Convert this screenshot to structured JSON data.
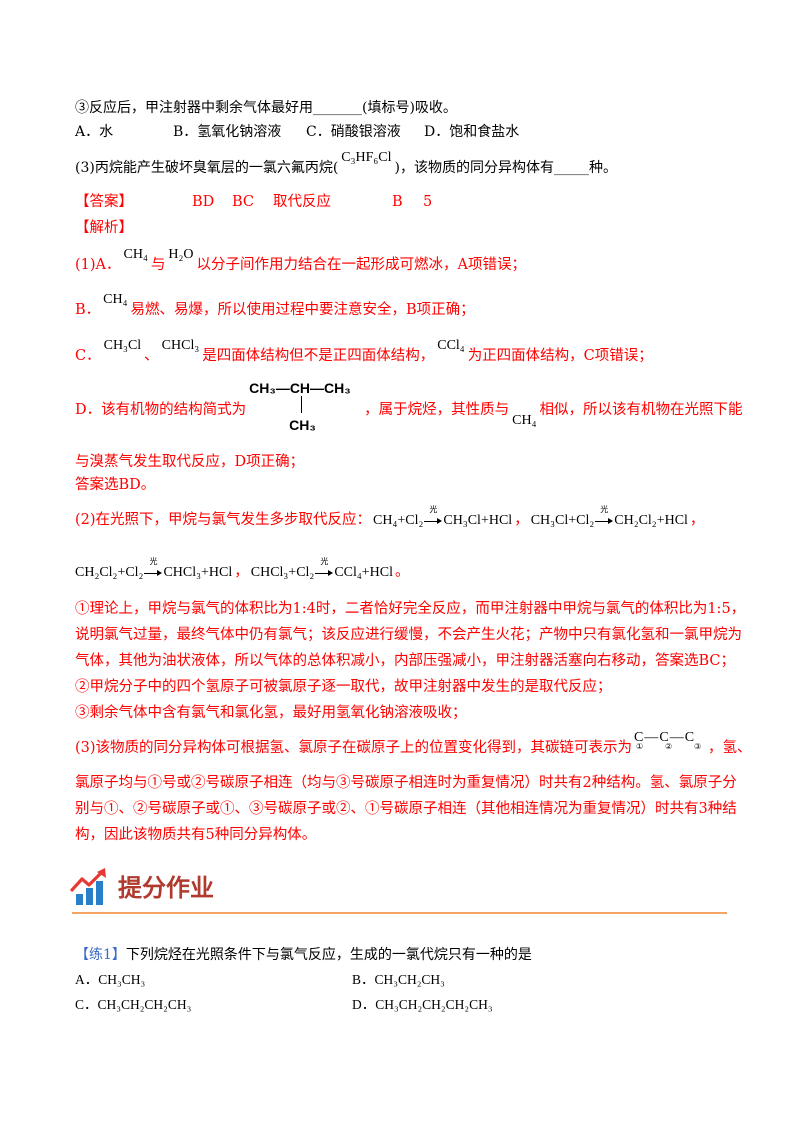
{
  "question": {
    "line_sub3": "③反应后，甲注射器中剩余气体最好用_______(填标号)吸收。",
    "options_sub3": [
      "A．水",
      "B．氢氧化钠溶液",
      "C．硝酸银溶液",
      "D．饱和食盐水"
    ],
    "part3_before": "(3)丙烷能产生破坏臭氧层的一氯六氟丙烷(",
    "part3_formula": "C₃HF₆Cl",
    "part3_after": ")，该物质的同分异构体有_____种。"
  },
  "answer": {
    "label": "【答案】",
    "values": [
      "BD",
      "BC",
      "取代反应",
      "B",
      "5"
    ]
  },
  "analysis": {
    "label": "【解析】",
    "part1": {
      "a": [
        "(1)A．",
        "CH₄",
        "与",
        "H₂O",
        "以分子间作用力结合在一起形成可燃冰，A项错误；"
      ],
      "b": [
        "B．",
        "CH₄",
        "易燃、易爆，所以使用过程中要注意安全，B项正确；"
      ],
      "c": [
        "C．",
        "CH₃Cl",
        "、",
        "CHCl₃",
        "是四面体结构但不是正四面体结构，",
        "CCl₄",
        "为正四面体结构，C项错误；"
      ],
      "d": [
        "D．该有机物的结构简式为",
        "，属于烷烃，其性质与",
        "CH₄",
        "相似，所以该有机物在光照下能"
      ],
      "structure": {
        "main_chain": "CH₃—CH—CH₃",
        "branch": "CH₃"
      },
      "d_cont": "与溴蒸气发生取代反应，D项正确；",
      "conclusion": "答案选BD。"
    },
    "part2": {
      "intro": "(2)在光照下，甲烷与氯气发生多步取代反应：",
      "equations": [
        {
          "left": "CH₄+Cl₂",
          "cond": "光",
          "right": "CH₃Cl+HCl"
        },
        {
          "left": "CH₃Cl+Cl₂",
          "cond": "光",
          "right": "CH₂Cl₂+HCl"
        },
        {
          "left": "CH₂Cl₂+Cl₂",
          "cond": "光",
          "right": "CHCl₃+HCl"
        },
        {
          "left": "CHCl₃+Cl₂",
          "cond": "光",
          "right": "CCl₄+HCl"
        }
      ],
      "separators": [
        "，",
        "，",
        "，",
        "。"
      ],
      "lines": [
        "①理论上，甲烷与氯气的体积比为1:4时，二者恰好完全反应，而甲注射器中甲烷与氯气的体积比为1:5，",
        "说明氯气过量，最终气体中仍有氯气；该反应进行缓慢，不会产生火花；产物中只有氯化氢和一氯甲烷为",
        "气体，其他为油状液体，所以气体的总体积减小，内部压强减小，甲注射器活塞向右移动，答案选BC；",
        "②甲烷分子中的四个氢原子可被氯原子逐一取代，故甲注射器中发生的是取代反应；",
        "③剩余气体中含有氯气和氯化氢，最好用氢氧化钠溶液吸收；"
      ]
    },
    "part3": {
      "first_before": "(3)该物质的同分异构体可根据氢、氯原子在碳原子上的位置变化得到，其碳链可表示为",
      "chain": {
        "atoms": "C—C—C",
        "labels": [
          "①",
          "②",
          "③"
        ]
      },
      "first_after": "，氢、",
      "lines": [
        "氯原子均与①号或②号碳原子相连（均与③号碳原子相连时为重复情况）时共有2种结构。氢、氯原子分",
        "别与①、②号碳原子或①、③号碳原子或②、①号碳原子相连（其他相连情况为重复情况）时共有3种结",
        "构，因此该物质共有5种同分异构体。"
      ]
    }
  },
  "section": {
    "title": "提分作业"
  },
  "practice": {
    "label": "【练1】",
    "text": "下列烷烃在光照条件下与氯气反应，生成的一氯代烷只有一种的是",
    "options": [
      "A．CH₃CH₃",
      "B．CH₃CH₂CH₃",
      "C．CH₃CH₂CH₂CH₃",
      "D．CH₃CH₂CH₂CH₂CH₃"
    ]
  },
  "colors": {
    "answer_red": "#ff0000",
    "practice_label_blue": "#3a6bc9",
    "section_title": "#b03a2e",
    "section_rule": "#f3a566",
    "icon_bars": "#2a7fc9",
    "icon_arrow": "#e53935"
  },
  "icons": {
    "section_icon": "rising-bar-chart-icon"
  }
}
